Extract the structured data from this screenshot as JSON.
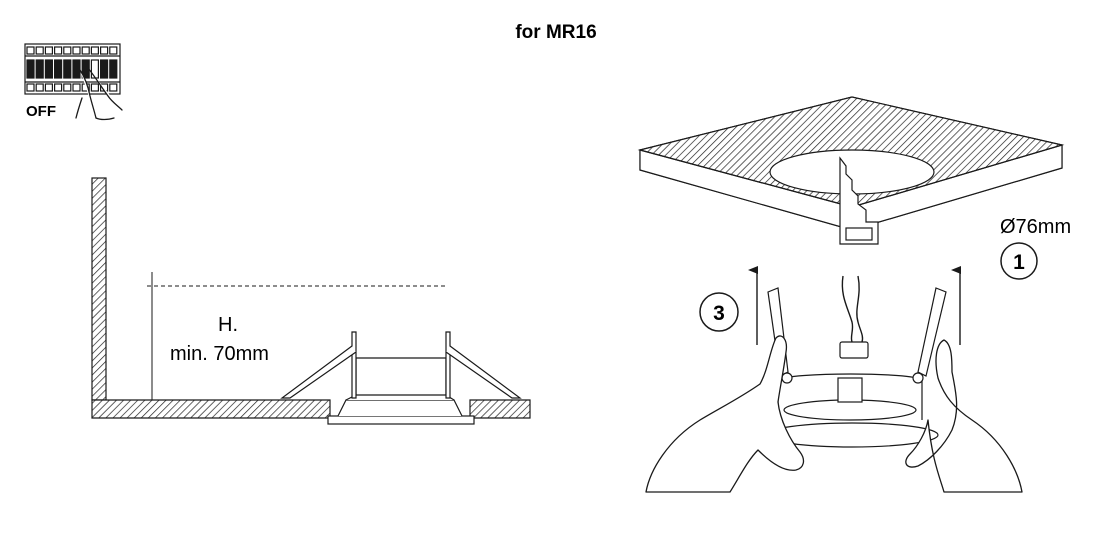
{
  "title": "for MR16",
  "switch": {
    "state_label": "OFF"
  },
  "height_requirement": {
    "line1": "H.",
    "line2": "min. 70mm"
  },
  "cutout": {
    "diameter": "Ø76mm"
  },
  "steps": {
    "step1": "1",
    "step3": "3"
  }
}
